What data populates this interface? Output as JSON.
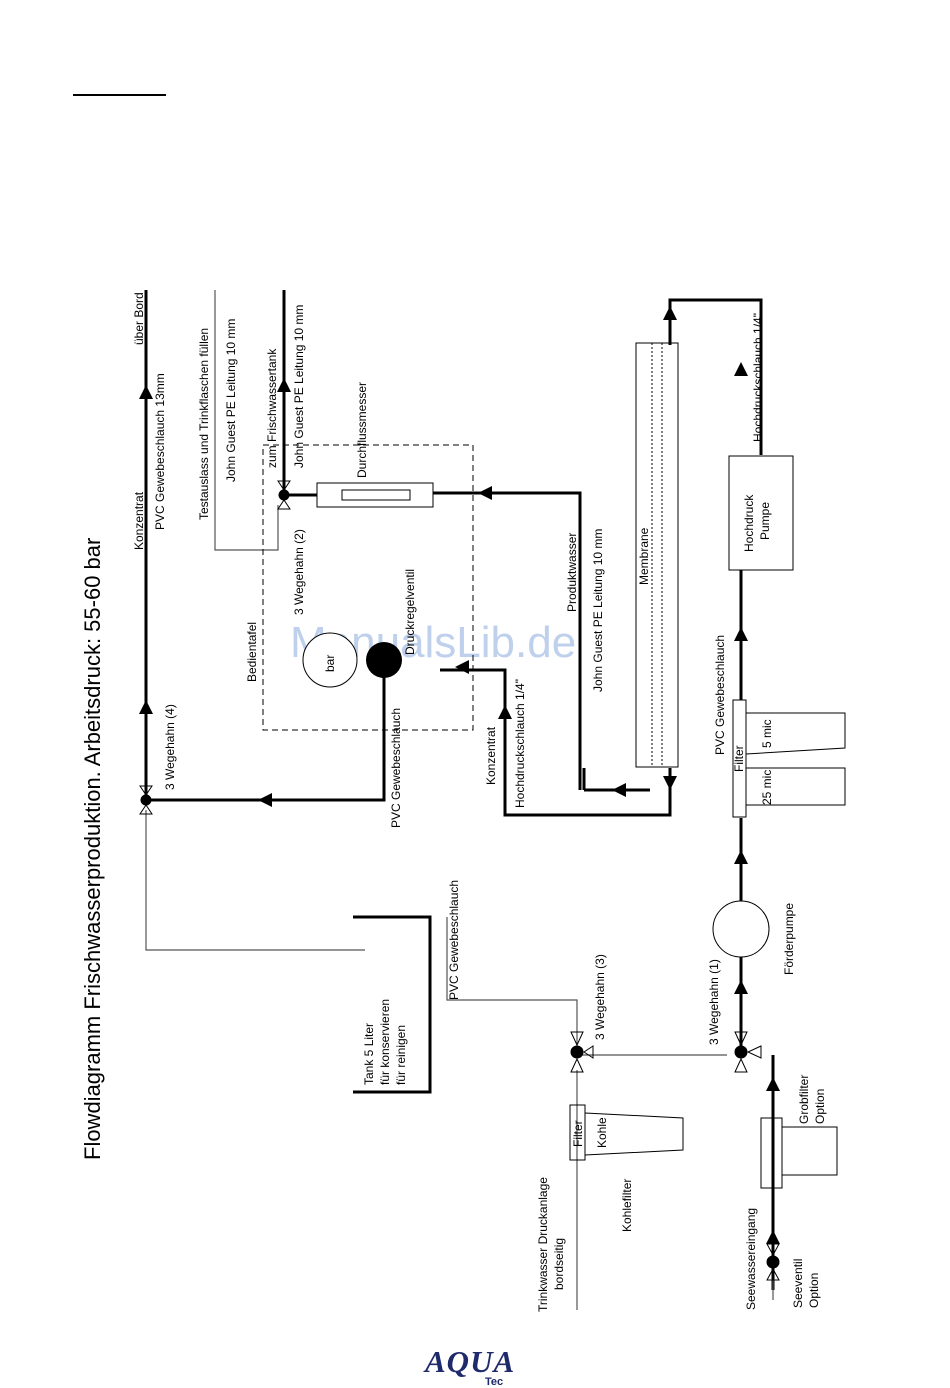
{
  "diagram": {
    "title": "Flowdiagramm Frischwasserproduktion. Arbeitsdruck: 55-60 bar",
    "watermark": "ManualsLib.de",
    "labels": {
      "ueber_bord": "über Bord",
      "pvc_13mm": "PVC Gewebeschlauch 13mm",
      "konzentrat_top": "Konzentrat",
      "testauslass": "Testauslass und Trinkflaschen füllen",
      "john_guest_1": "John Guest PE Leitung 10 mm",
      "zum_frischwassertank": "zum Frischwassertank",
      "john_guest_2": "John Guest PE Leitung 10 mm",
      "durchflussmesser": "Durchflussmesser",
      "wegehahn_2": "3 Wegehahn (2)",
      "druckregelventil": "Druckregelventil",
      "bedientafel": "Bedientafel",
      "bar": "bar",
      "wegehahn_4": "3 Wegehahn (4)",
      "pvc_gewebe_1": "PVC Gewebeschlauch",
      "produktwasser": "Produktwasser",
      "john_guest_3": "John Guest PE Leitung 10 mm",
      "konzentrat_mid": "Konzentrat",
      "hochdruck_1_4_a": "Hochdruckschlauch 1/4\"",
      "membrane": "Membrane",
      "hochdruck_1_4_b": "Hochdruckschlauch 1/4\"",
      "hochdruck_pumpe_1": "Hochdruck",
      "hochdruck_pumpe_2": "Pumpe",
      "pvc_gewebe_2": "PVC Gewebeschlauch",
      "filter_main": "Filter",
      "five_mic": "5 mic",
      "twentyfive_mic": "25 mic",
      "foerderpumpe": "Förderpumpe",
      "wegehahn_1": "3 Wegehahn (1)",
      "grobfilter": "Grobfilter",
      "option_1": "Option",
      "seewassereingang": "Seewassereingang",
      "seeventil": "Seeventil",
      "option_2": "Option",
      "pvc_gewebe_3": "PVC Gewebeschlauch",
      "tank_1": "Tank 5 Liter",
      "tank_2": "für konservieren",
      "tank_3": "für reinigen",
      "wegehahn_3": "3 Wegehahn (3)",
      "filter_kohle": "Filter",
      "kohle": "Kohle",
      "kohlefilter": "Kohlefilter",
      "trinkwasser": "Trinkwasser Druckanlage",
      "bordseitig": "bordseitig"
    }
  },
  "footer": {
    "logo_main": "AQUA",
    "logo_sub": "Tec"
  },
  "colors": {
    "line": "#000000",
    "thin_line": "#555555",
    "watermark": "#a9c1e6",
    "logo": "#1f2a6b"
  }
}
